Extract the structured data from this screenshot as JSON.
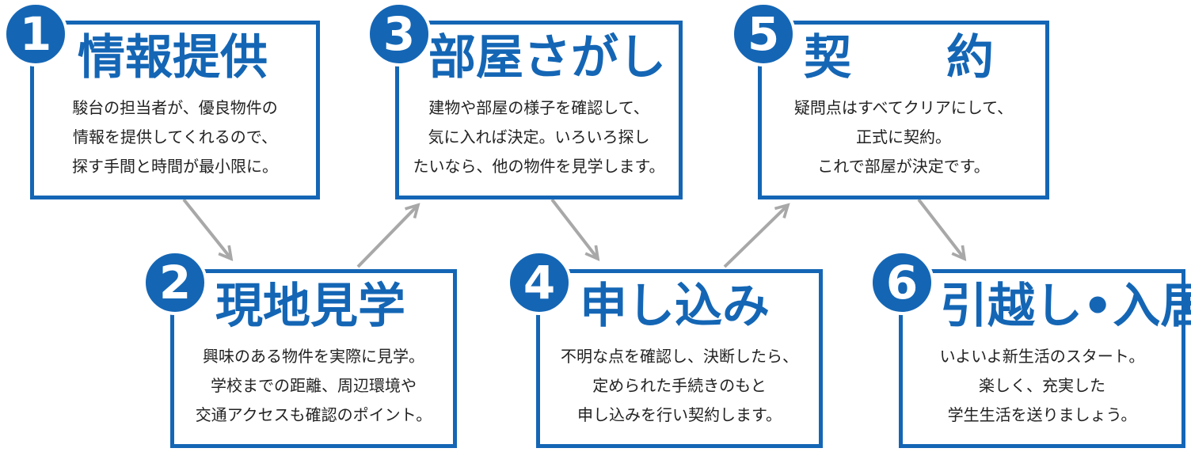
{
  "steps": [
    {
      "number": "1",
      "title": "情報提供",
      "desc": [
        "駿台の担当者が、優良物件の",
        "情報を提供してくれるので、",
        "探す手間と時間が最小限に。"
      ]
    },
    {
      "number": "2",
      "title": "現地見学",
      "desc": [
        "興味のある物件を実際に見学。",
        "学校までの距離、周辺環境や",
        "交通アクセスも確認のポイント。"
      ]
    },
    {
      "number": "3",
      "title": "部屋さがし",
      "desc": [
        "建物や部屋の様子を確認して、",
        "気に入れば決定。いろいろ探し",
        "たいなら、他の物件を見学します。"
      ]
    },
    {
      "number": "4",
      "title": "申し込み",
      "desc": [
        "不明な点を確認し、決断したら、",
        "定められた手続きのもと",
        "申し込みを行い契約します。"
      ]
    },
    {
      "number": "5",
      "title": "契　　約",
      "desc": [
        "疑問点はすべてクリアにして、",
        "正式に契約。",
        "これで部屋が決定です。"
      ]
    },
    {
      "number": "6",
      "title": "引越し•入居",
      "desc": [
        "いよいよ新生活のスタート。",
        "楽しく、充実した",
        "学生生活を送りましょう。"
      ]
    }
  ],
  "colors": {
    "accent": "#1466b5",
    "arrow": "#a8a8a8",
    "text": "#222222"
  }
}
